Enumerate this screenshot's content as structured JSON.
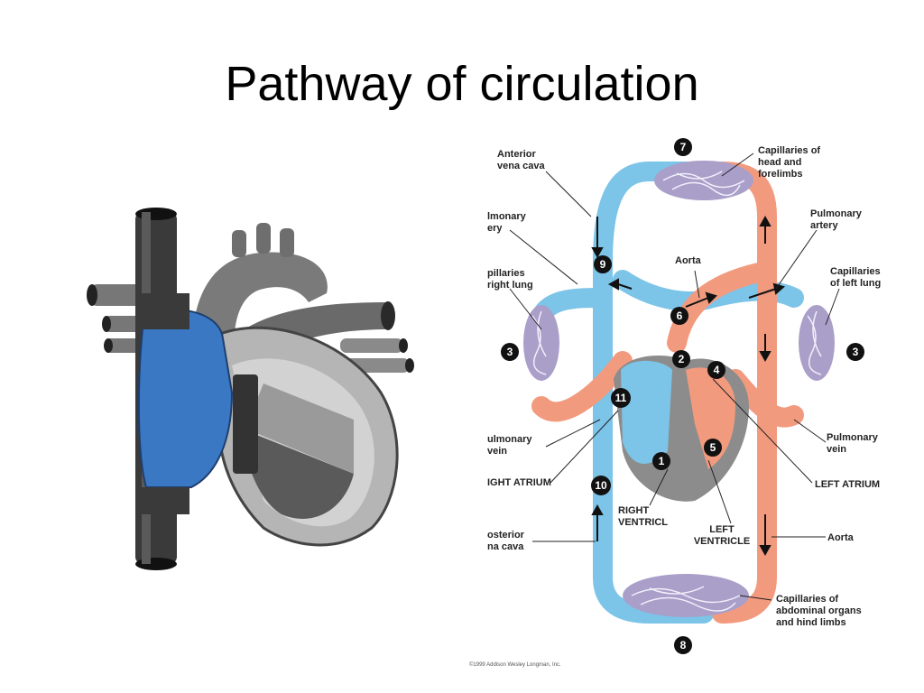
{
  "slide": {
    "title": "Pathway of circulation"
  },
  "diagram": {
    "labels": {
      "anterior_vena_cava": [
        "Anterior",
        "vena cava"
      ],
      "pulmonary_artery_left": [
        "lmonary",
        "ery"
      ],
      "capillaries_right_lung": [
        "pillaries",
        "right lung"
      ],
      "pulmonary_vein_left": [
        "ulmonary",
        "vein"
      ],
      "right_atrium": "IGHT ATRIUM",
      "posterior_vena_cava": [
        "osterior",
        "na cava"
      ],
      "capillaries_head": [
        "Capillaries of",
        "head and",
        "forelimbs"
      ],
      "pulmonary_artery_right": [
        "Pulmonary",
        "artery"
      ],
      "aorta_top": "Aorta",
      "capillaries_left_lung": [
        "Capillaries",
        "of left lung"
      ],
      "pulmonary_vein_right": [
        "Pulmonary",
        "vein"
      ],
      "left_atrium": "LEFT ATRIUM",
      "right_ventricle": [
        "RIGHT",
        "VENTRICL"
      ],
      "left_ventricle": [
        "LEFT",
        "VENTRICLE"
      ],
      "aorta_bottom": "Aorta",
      "capillaries_abdominal": [
        "Capillaries of",
        "abdominal organs",
        "and hind limbs"
      ]
    },
    "numbers": [
      "1",
      "2",
      "3",
      "3",
      "4",
      "5",
      "6",
      "7",
      "8",
      "9",
      "10",
      "11"
    ],
    "copyright": "©1999 Addison Wesley Longman, Inc.",
    "colors": {
      "deoxygenated": "#7cc4e8",
      "oxygenated": "#f29a7e",
      "capillary": "#a99fc9",
      "heart_blue": "#3a78c4"
    }
  }
}
